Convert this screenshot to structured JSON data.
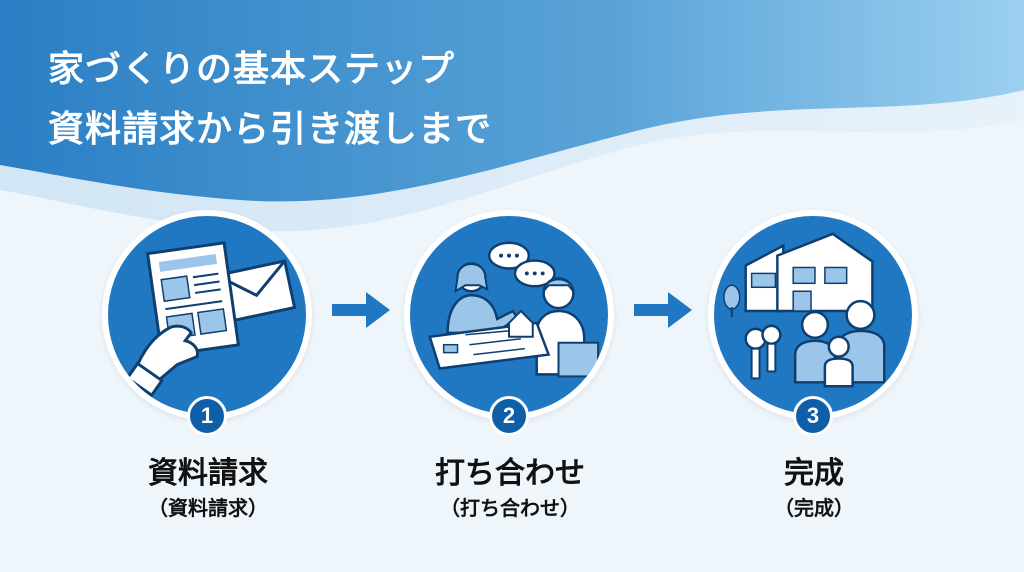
{
  "title": {
    "line1": "家づくりの基本ステップ",
    "line2": "資料請求から引き渡しまで"
  },
  "colors": {
    "primary": "#1f78c1",
    "badge": "#0f5ea8",
    "background": "#eef5fb",
    "wave_dark": "#2a7fc4",
    "wave_light": "#8ec6ea"
  },
  "steps": [
    {
      "number": "1",
      "label": "資料請求",
      "sub": "（資料請求）",
      "icon": "brochure-envelope-icon"
    },
    {
      "number": "2",
      "label": "打ち合わせ",
      "sub": "（打ち合わせ）",
      "icon": "consultation-meeting-icon"
    },
    {
      "number": "3",
      "label": "完成",
      "sub": "（完成）",
      "icon": "house-family-keys-icon"
    }
  ],
  "arrows": [
    "arrow-right-icon",
    "arrow-right-icon"
  ]
}
